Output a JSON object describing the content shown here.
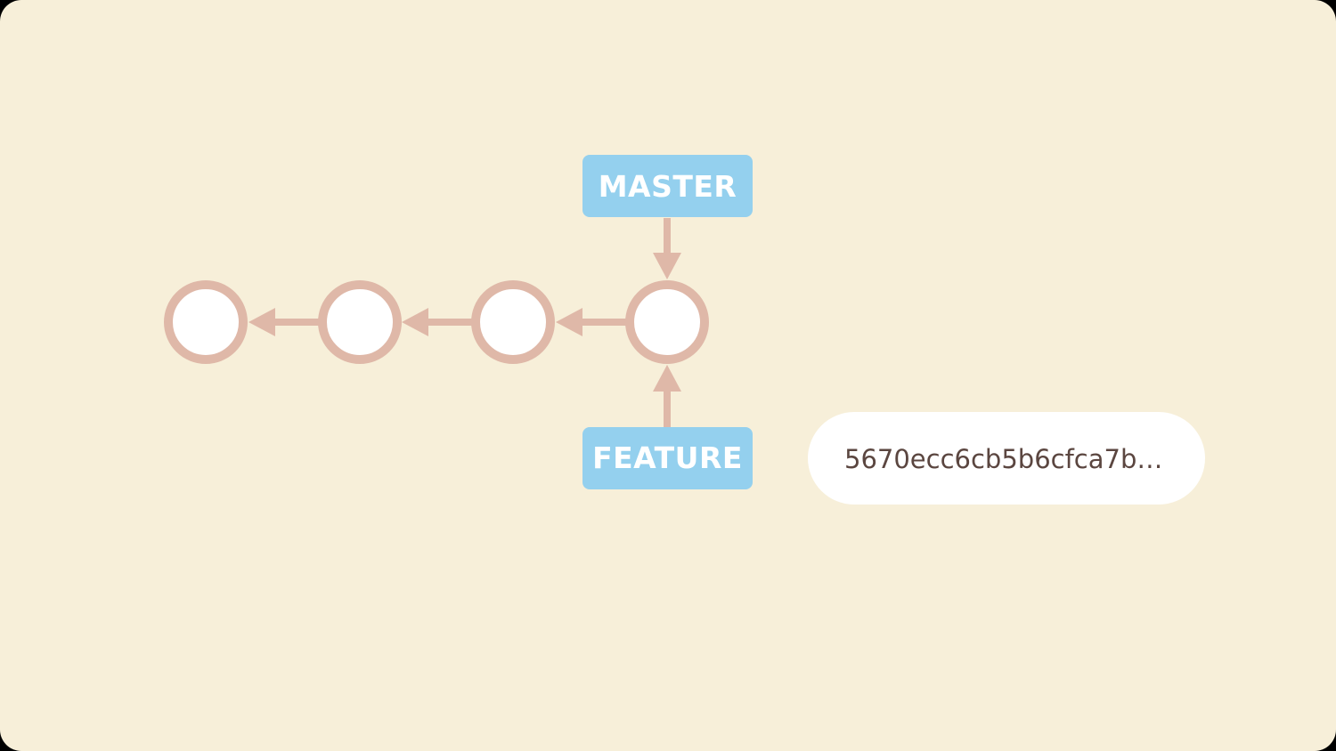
{
  "colors": {
    "background": "#f7efd9",
    "commit_stroke": "#dfb8a8",
    "commit_fill": "#ffffff",
    "arrow": "#dfb8a8",
    "branch_label_bg": "#94d0ee",
    "branch_label_text": "#ffffff",
    "hash_pill_bg": "#ffffff",
    "hash_text": "#5b4640"
  },
  "branches": {
    "master": "MASTER",
    "feature": "FEATURE"
  },
  "commit_count": 4,
  "commit_hash": "5670ecc6cb5b6cfca7b…"
}
